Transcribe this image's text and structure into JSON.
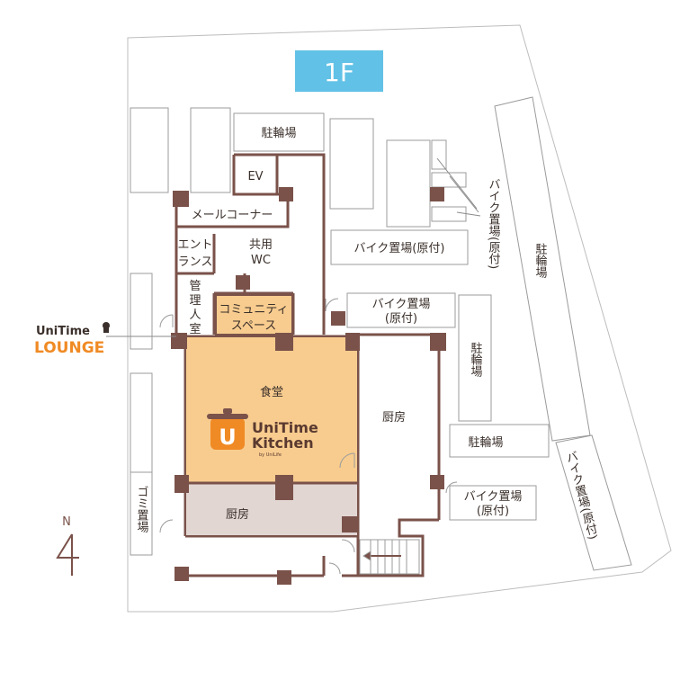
{
  "floor_label": "1F",
  "brand_lounge": {
    "line1": "UniTime",
    "line2": "LOUNGE"
  },
  "brand_kitchen": {
    "line1": "UniTime",
    "line2": "Kitchen",
    "sub": "by UniLife",
    "mark": "U"
  },
  "rooms": {
    "bicycle_parking_top": "駐輪場",
    "ev": "EV",
    "mail_corner": "メールコーナー",
    "entrance_line1": "エント",
    "entrance_line2": "ランス",
    "shared_wc_line1": "共用",
    "shared_wc_line2": "WC",
    "manager_line1": "管",
    "manager_line2": "理",
    "manager_line3": "人",
    "manager_line4": "室",
    "community_line1": "コミュニティ",
    "community_line2": "スペース",
    "dining": "食堂",
    "kitchen_right": "厨房",
    "kitchen_bottom": "厨房",
    "garbage": "ゴミ置場",
    "bike_parking_1": "バイク置場(原付)",
    "bike_parking_2_line1": "バイク置場",
    "bike_parking_2_line2": "(原付)",
    "bicycle_parking_mid_v": "駐輪場",
    "bicycle_parking_mid_h": "駐輪場",
    "bike_parking_3_line1": "バイク置場",
    "bike_parking_3_line2": "(原付)",
    "bike_parking_vertical": "バイク置場(原付)",
    "bicycle_parking_far_right": "駐輪場",
    "bike_parking_far_right": "バイク置場(原付)"
  },
  "compass": {
    "north_label": "N"
  },
  "colors": {
    "wall": "#7a524a",
    "floor_label_bg": "#62c1e6",
    "dining_fill": "#f8cc8f",
    "kitchen_fill": "#e2d6d3",
    "lounge_orange": "#f08a24",
    "text": "#3a2f2a",
    "outline": "#9b9b9b"
  }
}
